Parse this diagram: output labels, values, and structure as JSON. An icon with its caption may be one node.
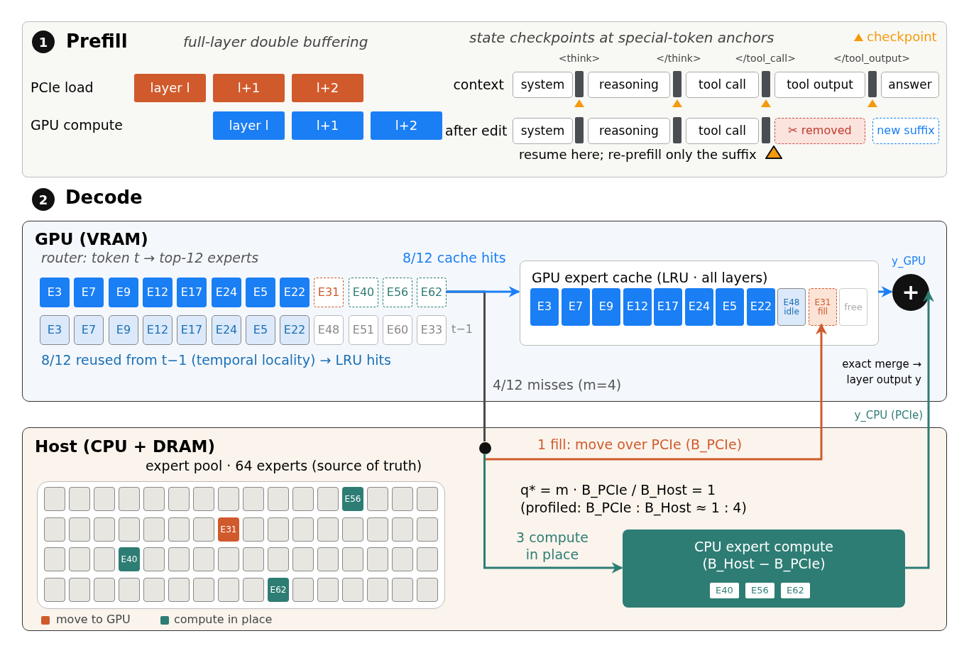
{
  "diagram": {
    "nodes": [
      {
        "text": [
          "Prefill"
        ]
      },
      {
        "text": [
          "layer l"
        ],
        "in": 0
      },
      {
        "text": [
          "l+1"
        ],
        "in": 0
      },
      {
        "text": [
          "l+2"
        ],
        "in": 0
      },
      {
        "text": [
          "layer l"
        ],
        "in": 0
      },
      {
        "text": [
          "l+1"
        ],
        "in": 0
      },
      {
        "text": [
          "l+2"
        ],
        "in": 0
      },
      {
        "text": [
          "system"
        ],
        "in": 0
      },
      {
        "text": [
          "reasoning"
        ],
        "in": 0
      },
      {
        "text": [
          "tool call"
        ],
        "in": 0
      },
      {
        "text": [
          "tool output"
        ],
        "in": 0
      },
      {
        "text": [
          "answer"
        ],
        "in": 0
      },
      {
        "text": [
          "system"
        ],
        "in": 0
      },
      {
        "text": [
          "reasoning"
        ],
        "in": 0
      },
      {
        "text": [
          "tool call"
        ],
        "in": 0
      },
      {
        "text": [
          "✂ removed"
        ],
        "in": 0
      },
      {
        "text": [
          "new suffix"
        ],
        "in": 0
      },
      {
        "text": [
          "GPU (VRAM)"
        ]
      },
      {
        "text": [
          "E3"
        ],
        "in": 17
      },
      {
        "text": [
          "E7"
        ],
        "in": 17
      },
      {
        "text": [
          "E9"
        ],
        "in": 17
      },
      {
        "text": [
          "E12"
        ],
        "in": 17
      },
      {
        "text": [
          "E17"
        ],
        "in": 17
      },
      {
        "text": [
          "E24"
        ],
        "in": 17
      },
      {
        "text": [
          "E5"
        ],
        "in": 17
      },
      {
        "text": [
          "E22"
        ],
        "in": 17
      },
      {
        "text": [
          "E31"
        ],
        "in": 17
      },
      {
        "text": [
          "E40"
        ],
        "in": 17
      },
      {
        "text": [
          "E56"
        ],
        "in": 17
      },
      {
        "text": [
          "E62"
        ],
        "in": 17
      },
      {
        "text": [
          "E3"
        ],
        "in": 17
      },
      {
        "text": [
          "E7"
        ],
        "in": 17
      },
      {
        "text": [
          "E9"
        ],
        "in": 17
      },
      {
        "text": [
          "E12"
        ],
        "in": 17
      },
      {
        "text": [
          "E17"
        ],
        "in": 17
      },
      {
        "text": [
          "E24"
        ],
        "in": 17
      },
      {
        "text": [
          "E5"
        ],
        "in": 17
      },
      {
        "text": [
          "E22"
        ],
        "in": 17
      },
      {
        "text": [
          "E48"
        ],
        "in": 17
      },
      {
        "text": [
          "E51"
        ],
        "in": 17
      },
      {
        "text": [
          "E60"
        ],
        "in": 17
      },
      {
        "text": [
          "E33"
        ],
        "in": 17
      },
      {
        "text": [
          "GPU expert cache (LRU · all layers)"
        ],
        "in": 17
      },
      {
        "text": [
          "E3"
        ],
        "in": 42
      },
      {
        "text": [
          "E7"
        ],
        "in": 42
      },
      {
        "text": [
          "E9"
        ],
        "in": 42
      },
      {
        "text": [
          "E12"
        ],
        "in": 42
      },
      {
        "text": [
          "E17"
        ],
        "in": 42
      },
      {
        "text": [
          "E24"
        ],
        "in": 42
      },
      {
        "text": [
          "E5"
        ],
        "in": 42
      },
      {
        "text": [
          "E22"
        ],
        "in": 42
      },
      {
        "text": [
          "E48 idle"
        ],
        "in": 42
      },
      {
        "text": [
          "E31 fill"
        ],
        "in": 42
      },
      {
        "text": [
          "free"
        ],
        "in": 42
      },
      {
        "text": [
          "+"
        ],
        "in": 17
      },
      {
        "text": [
          "Host (CPU + DRAM)"
        ]
      },
      {
        "text": [],
        "shape": "circle",
        "in": 55
      },
      {
        "text": [
          "expert pool · 64 experts (source of truth)"
        ],
        "in": 55
      },
      {
        "text": [],
        "shape": "box",
        "in": 57
      },
      {
        "text": [],
        "shape": "box",
        "in": 57
      },
      {
        "text": [],
        "shape": "box",
        "in": 57
      },
      {
        "text": [],
        "shape": "box",
        "in": 57
      },
      {
        "text": [],
        "shape": "box",
        "in": 57
      },
      {
        "text": [],
        "shape": "box",
        "in": 57
      },
      {
        "text": [],
        "shape": "box",
        "in": 57
      },
      {
        "text": [],
        "shape": "box",
        "in": 57
      },
      {
        "text": [],
        "shape": "box",
        "in": 57
      },
      {
        "text": [],
        "shape": "box",
        "in": 57
      },
      {
        "text": [],
        "shape": "box",
        "in": 57
      },
      {
        "text": [],
        "shape": "box",
        "in": 57
      },
      {
        "text": [
          "E56"
        ],
        "in": 57
      },
      {
        "text": [],
        "shape": "box",
        "in": 57
      },
      {
        "text": [],
        "shape": "box",
        "in": 57
      },
      {
        "text": [],
        "shape": "box",
        "in": 57
      },
      {
        "text": [],
        "shape": "box",
        "in": 57
      },
      {
        "text": [],
        "shape": "box",
        "in": 57
      },
      {
        "text": [],
        "shape": "box",
        "in": 57
      },
      {
        "text": [],
        "shape": "box",
        "in": 57
      },
      {
        "text": [],
        "shape": "box",
        "in": 57
      },
      {
        "text": [],
        "shape": "box",
        "in": 57
      },
      {
        "text": [],
        "shape": "box",
        "in": 57
      },
      {
        "text": [
          "E31"
        ],
        "in": 57
      },
      {
        "text": [],
        "shape": "box",
        "in": 57
      },
      {
        "text": [],
        "shape": "box",
        "in": 57
      },
      {
        "text": [],
        "shape": "box",
        "in": 57
      },
      {
        "text": [],
        "shape": "box",
        "in": 57
      },
      {
        "text": [],
        "shape": "box",
        "in": 57
      },
      {
        "text": [],
        "shape": "box",
        "in": 57
      },
      {
        "text": [],
        "shape": "box",
        "in": 57
      },
      {
        "text": [],
        "shape": "box",
        "in": 57
      },
      {
        "text": [],
        "shape": "box",
        "in": 57
      },
      {
        "text": [],
        "shape": "box",
        "in": 57
      },
      {
        "text": [],
        "shape": "box",
        "in": 57
      },
      {
        "text": [
          "E40"
        ],
        "in": 57
      },
      {
        "text": [],
        "shape": "box",
        "in": 57
      },
      {
        "text": [],
        "shape": "box",
        "in": 57
      },
      {
        "text": [],
        "shape": "box",
        "in": 57
      },
      {
        "text": [],
        "shape": "box",
        "in": 57
      },
      {
        "text": [],
        "shape": "box",
        "in": 57
      },
      {
        "text": [],
        "shape": "box",
        "in": 57
      },
      {
        "text": [],
        "shape": "box",
        "in": 57
      },
      {
        "text": [],
        "shape": "box",
        "in": 57
      },
      {
        "text": [],
        "shape": "box",
        "in": 57
      },
      {
        "text": [],
        "shape": "box",
        "in": 57
      },
      {
        "text": [],
        "shape": "box",
        "in": 57
      },
      {
        "text": [],
        "shape": "box",
        "in": 57
      },
      {
        "text": [],
        "shape": "box",
        "in": 57
      },
      {
        "text": [],
        "shape": "box",
        "in": 57
      },
      {
        "text": [],
        "shape": "box",
        "in": 57
      },
      {
        "text": [],
        "shape": "box",
        "in": 57
      },
      {
        "text": [],
        "shape": "box",
        "in": 57
      },
      {
        "text": [],
        "shape": "box",
        "in": 57
      },
      {
        "text": [],
        "shape": "box",
        "in": 57
      },
      {
        "text": [],
        "shape": "box",
        "in": 57
      },
      {
        "text": [],
        "shape": "box",
        "in": 57
      },
      {
        "text": [
          "E62"
        ],
        "in": 57
      },
      {
        "text": [],
        "shape": "box",
        "in": 57
      },
      {
        "text": [],
        "shape": "box",
        "in": 57
      },
      {
        "text": [],
        "shape": "box",
        "in": 57
      },
      {
        "text": [],
        "shape": "box",
        "in": 57
      },
      {
        "text": [],
        "shape": "box",
        "in": 57
      },
      {
        "text": [],
        "shape": "box",
        "in": 57
      },
      {
        "text": [
          "CPU expert compute (B_Host − B_PCIe)"
        ],
        "in": 55
      },
      {
        "text": [
          "E40"
        ],
        "in": 122
      },
      {
        "text": [
          "E56"
        ],
        "in": 122
      },
      {
        "text": [
          "E62"
        ],
        "in": 122
      }
    ],
    "edges": [
      {
        "from": 29,
        "to": 42,
        "arrow": "to",
        "color": "#1a7ef5"
      },
      {
        "from": 29,
        "to": 56,
        "arrow": "none",
        "color": "#4a4a4a"
      },
      {
        "from": 56,
        "to": 52,
        "arrow": "to",
        "label": "1 fill: move over PCIe (B_PCIe)",
        "color": "#d05a2c"
      },
      {
        "from": 56,
        "to": 122,
        "arrow": "to",
        "label": "3 compute in place",
        "color": "#2e7d74"
      },
      {
        "from": 42,
        "to": 54,
        "arrow": "to",
        "label": "y_GPU",
        "color": "#1a7ef5"
      },
      {
        "from": 122,
        "to": 54,
        "arrow": "to",
        "label": "y_CPU (PCIe)",
        "color": "#2e7d74"
      }
    ],
    "labels": [
      "1",
      "full-layer double buffering",
      "state checkpoints at special-token anchors",
      "<think>",
      "</think>",
      "</tool_call>",
      "</tool_output>",
      "PCIe load",
      "context",
      "GPU compute",
      "after edit",
      "resume here; re-prefill only the suffix",
      "2",
      "Decode",
      "router: token t → top-12 experts",
      "8/12 cache hits",
      "t−1",
      "8/12 reused from t−1 (temporal locality) → LRU hits",
      "exact merge → layer output y",
      "4/12 misses (m=4)",
      "q* = m · B_PCIe / B_Host = 1",
      "(profiled: B_PCIe : B_Host ≈ 1 : 4)"
    ],
    "legend": [
      {
        "text": "checkpoint"
      },
      {
        "text": "move to GPU",
        "color": "#d05a2c"
      },
      {
        "text": "compute in place",
        "color": "#2e7d74"
      }
    ]
  }
}
